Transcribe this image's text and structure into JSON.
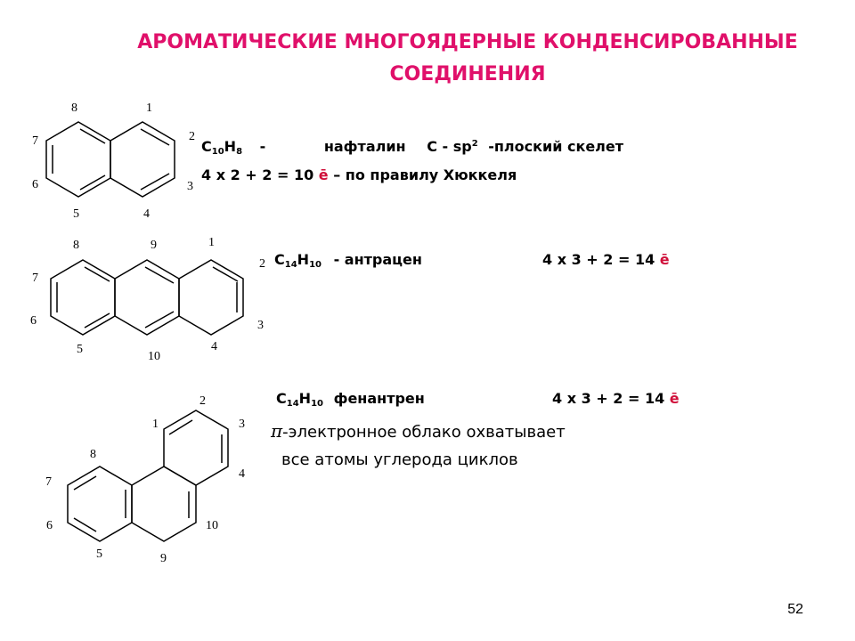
{
  "title": {
    "line1": "АРОМАТИЧЕСКИЕ МНОГОЯДЕРНЫЕ КОНДЕНСИРОВАННЫЕ",
    "line2": "СОЕДИНЕНИЯ"
  },
  "colors": {
    "title": "#e0106a",
    "electron": "#d0103a"
  },
  "naphthalene": {
    "formula_c": "C",
    "formula_c_sub": "10",
    "formula_h": "H",
    "formula_h_sub": "8",
    "dash": "-",
    "name": "нафталин",
    "hyb": "С - sp",
    "hyb_sup": "2",
    "skeleton": "-плоский скелет",
    "rule_prefix": "4 х 2 + 2 = 10",
    "electron": "ē",
    "rule_suffix": "– по правилу Хюккеля",
    "numbers": [
      "8",
      "1",
      "7",
      "2",
      "6",
      "3",
      "5",
      "4"
    ]
  },
  "anthracene": {
    "formula_c": "C",
    "formula_c_sub": "14",
    "formula_h": "H",
    "formula_h_sub": "10",
    "name": "- антрацен",
    "rule_prefix": "4 х 3 + 2 = 14",
    "electron": "ē",
    "numbers": [
      "8",
      "9",
      "1",
      "7",
      "2",
      "6",
      "3",
      "5",
      "10",
      "4"
    ]
  },
  "phenanthrene": {
    "formula_c": "C",
    "formula_c_sub": "14",
    "formula_h": "H",
    "formula_h_sub": "10",
    "name": "фенантрен",
    "rule_prefix": "4 х 3 + 2 = 14",
    "electron": "ē",
    "pi": "π",
    "line1": "-электронное облако охватывает",
    "line2": "все атомы углерода циклов",
    "numbers": [
      "2",
      "1",
      "3",
      "8",
      "4",
      "7",
      "6",
      "10",
      "5",
      "9"
    ]
  },
  "page_number": "52"
}
